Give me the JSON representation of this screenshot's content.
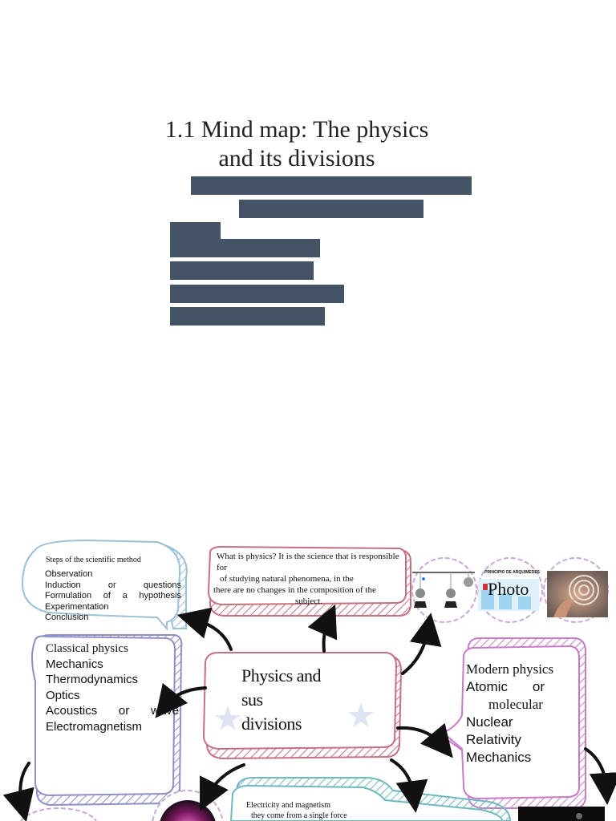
{
  "page": {
    "title": "1.1 Mind map: The physics and its divisions"
  },
  "mindmap": {
    "center": {
      "line1": "Physics and",
      "line2": "sus",
      "line3": "divisions"
    },
    "what_is": {
      "line1": "What is physics? It is the science that is responsible for",
      "line2": "of studying natural phenomena, in the",
      "line3": "there are no changes in the composition of the",
      "line4": "subject."
    },
    "method": {
      "title": "Steps of the scientific method",
      "items": [
        "Observation",
        "Induction or questions",
        "Formulation of a hypothesis",
        "Experimentation",
        "Conclusion"
      ],
      "item2_a": "Induction",
      "item2_b": "or",
      "item2_c": "questions",
      "item3_a": "Formulation",
      "item3_b": "of",
      "item3_c": "a",
      "item3_d": "hypothesis"
    },
    "classical": {
      "title": "Classical physics",
      "items": [
        "Mechanics",
        "Thermodynamics",
        "Optics",
        "Acoustics or wave",
        "Electromagnetism"
      ],
      "item4_a": "Acoustics",
      "item4_b": "or",
      "item4_c": "wave"
    },
    "modern": {
      "title": "Modern physics",
      "item1_a": "Atomic",
      "item1_b": "or",
      "item1_c": "molecular",
      "items": [
        "Nuclear",
        "Relativity",
        "Mechanics"
      ]
    },
    "electricity": {
      "line1": "Electricity and magnetism",
      "line2": "they come from a single force"
    },
    "images": {
      "archimedes_caption": "PRINCIPIO DE ARQUIMEDES",
      "photo_label": "Photo"
    }
  },
  "colors": {
    "bar": "#455366",
    "method_border": "#9cc0d6",
    "classical_border": "#8f8fc7",
    "center_border": "#c7707f",
    "whatis_border": "#c7707f",
    "modern_border": "#c67cc7",
    "electricity_border": "#6fb9bd",
    "arrow": "#111111",
    "star": "#dfe4f2"
  }
}
